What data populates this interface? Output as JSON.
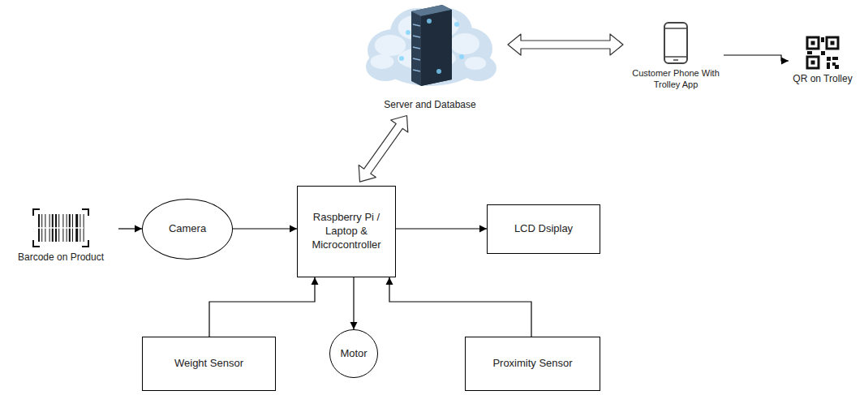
{
  "diagram": {
    "nodes": [
      {
        "text": [
          "Server and Database"
        ]
      },
      {
        "text": [
          "Customer Phone With Trolley App"
        ]
      },
      {
        "text": [
          "QR on Trolley"
        ]
      },
      {
        "text": [
          "Barcode on Product"
        ]
      },
      {
        "text": [
          "Camera"
        ]
      },
      {
        "text": [
          "Raspberry Pi / Laptop & Microcontroller"
        ]
      },
      {
        "text": [
          "LCD Dsiplay"
        ]
      },
      {
        "text": [
          "Weight Sensor"
        ]
      },
      {
        "text": [
          "Motor"
        ]
      },
      {
        "text": [
          "Proximity Sensor"
        ]
      }
    ],
    "edges": [
      {
        "from": 0,
        "to": 1,
        "arrow": "both"
      },
      {
        "from": 1,
        "to": 2,
        "arrow": "to"
      },
      {
        "from": 0,
        "to": 5,
        "arrow": "both"
      },
      {
        "from": 3,
        "to": 4,
        "arrow": "to"
      },
      {
        "from": 4,
        "to": 5,
        "arrow": "to"
      },
      {
        "from": 5,
        "to": 6,
        "arrow": "to"
      },
      {
        "from": 7,
        "to": 5,
        "arrow": "to"
      },
      {
        "from": 5,
        "to": 8,
        "arrow": "to"
      },
      {
        "from": 9,
        "to": 5,
        "arrow": "to"
      }
    ]
  }
}
